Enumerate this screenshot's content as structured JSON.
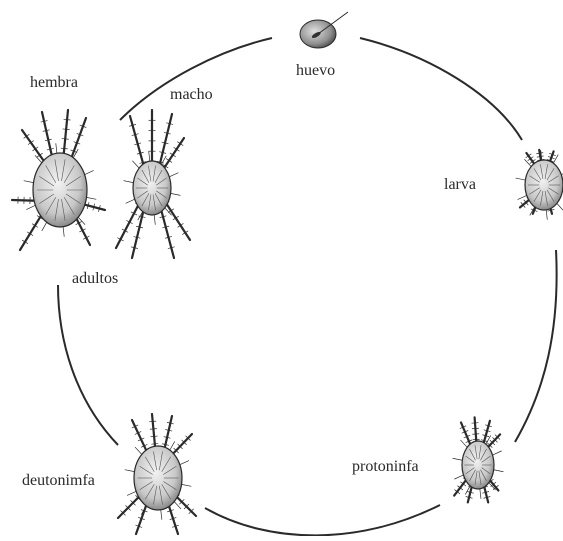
{
  "diagram": {
    "stage_labels": {
      "egg": "huevo",
      "larva": "larva",
      "protonymph": "protoninfa",
      "deutonymph": "deutonimfa",
      "adults": "adultos",
      "female": "hembra",
      "male": "macho"
    },
    "colors": {
      "ink": "#2a2a2a",
      "stipple": "#555555",
      "background": "#ffffff"
    }
  }
}
